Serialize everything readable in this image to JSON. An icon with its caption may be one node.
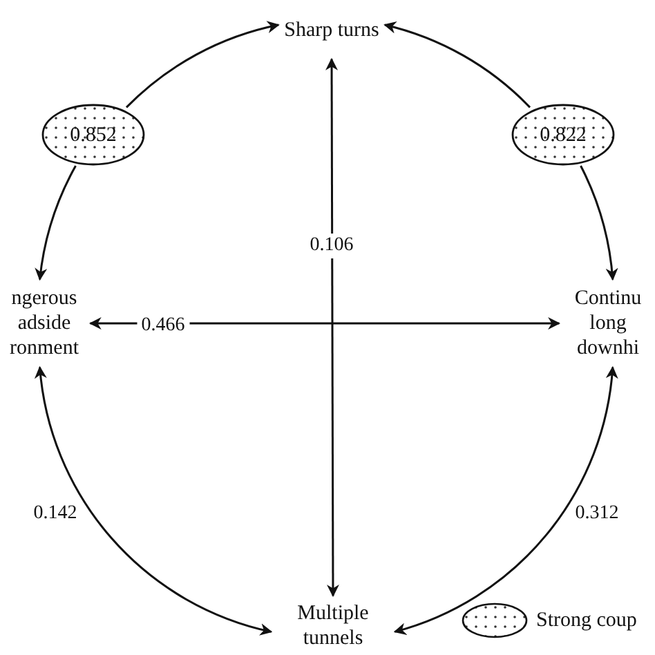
{
  "diagram": {
    "nodes": [
      {
        "text": [
          "Sharp turns"
        ]
      },
      {
        "text": [
          "ngerous adside ronment"
        ]
      },
      {
        "text": [
          "Continu long downhi"
        ]
      },
      {
        "text": [
          "Multiple tunnels"
        ]
      },
      {
        "text": [
          "0.852"
        ]
      },
      {
        "text": [
          "0.822"
        ]
      }
    ],
    "edges": [
      {
        "from": 0,
        "to": 3,
        "arrow": "both",
        "label": "0.106"
      },
      {
        "from": 1,
        "to": 2,
        "arrow": "both",
        "label": "0.466"
      },
      {
        "from": 4,
        "to": 0,
        "arrow": "to"
      },
      {
        "from": 4,
        "to": 1,
        "arrow": "to"
      },
      {
        "from": 5,
        "to": 0,
        "arrow": "to"
      },
      {
        "from": 5,
        "to": 2,
        "arrow": "to"
      },
      {
        "from": 1,
        "to": 3,
        "arrow": "both",
        "label": "0.142"
      },
      {
        "from": 2,
        "to": 3,
        "arrow": "both",
        "label": "0.312"
      }
    ],
    "legend": [
      {
        "text": "Strong coup"
      }
    ]
  }
}
